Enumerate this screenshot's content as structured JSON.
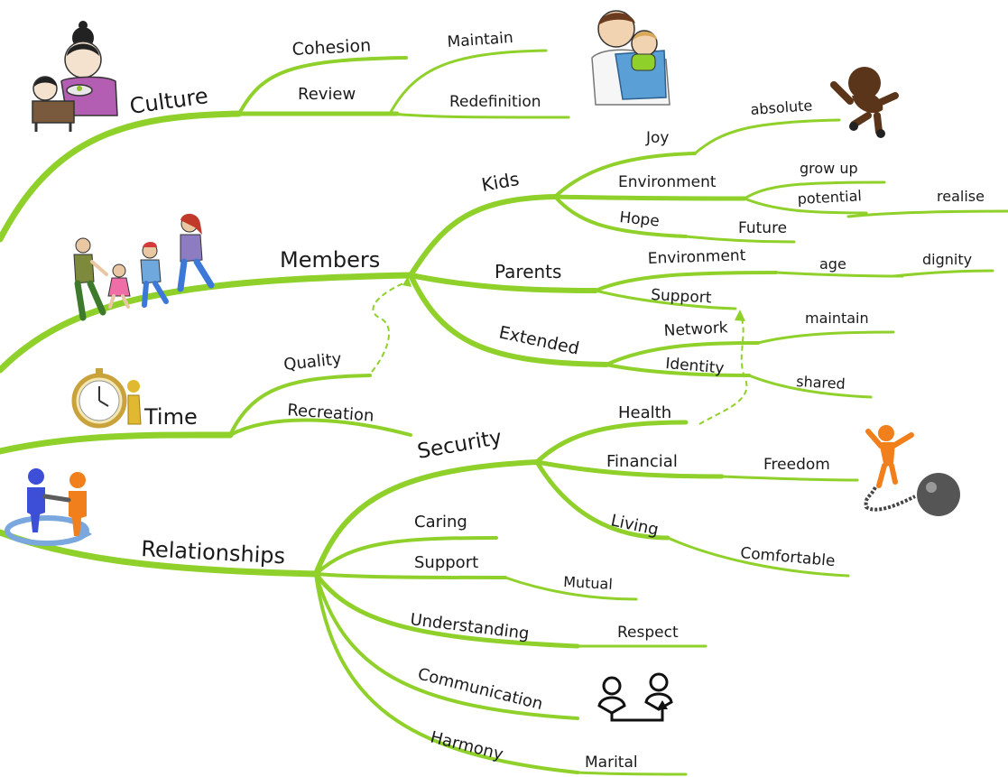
{
  "nodes": {
    "culture": "Culture",
    "cohesion": "Cohesion",
    "review": "Review",
    "maintain_top": "Maintain",
    "redefinition": "Redefinition",
    "members": "Members",
    "kids": "Kids",
    "joy": "Joy",
    "absolute": "absolute",
    "kids_environment": "Environment",
    "grow_up": "grow up",
    "potential": "potential",
    "realise": "realise",
    "hope": "Hope",
    "future": "Future",
    "parents": "Parents",
    "parents_environment": "Environment",
    "age": "age",
    "dignity": "dignity",
    "parents_support": "Support",
    "extended": "Extended",
    "network": "Network",
    "maintain_ext": "maintain",
    "identity": "Identity",
    "shared": "shared",
    "time": "Time",
    "quality": "Quality",
    "recreation": "Recreation",
    "security": "Security",
    "health": "Health",
    "financial": "Financial",
    "freedom": "Freedom",
    "living": "Living",
    "comfortable": "Comfortable",
    "relationships": "Relationships",
    "caring": "Caring",
    "rel_support": "Support",
    "mutual": "Mutual",
    "understanding": "Understanding",
    "respect": "Respect",
    "communication": "Communication",
    "harmony": "Harmony",
    "marital": "Marital"
  },
  "illustrations": [
    "mother-feeding-child-icon",
    "father-carrying-baby-icon",
    "jumping-figure-icon",
    "family-walking-icon",
    "stopwatch-icon",
    "handshake-icon",
    "ball-and-chain-icon",
    "couple-icon"
  ],
  "colors": {
    "branch": "#8fd12a",
    "text": "#1a1a1a"
  }
}
